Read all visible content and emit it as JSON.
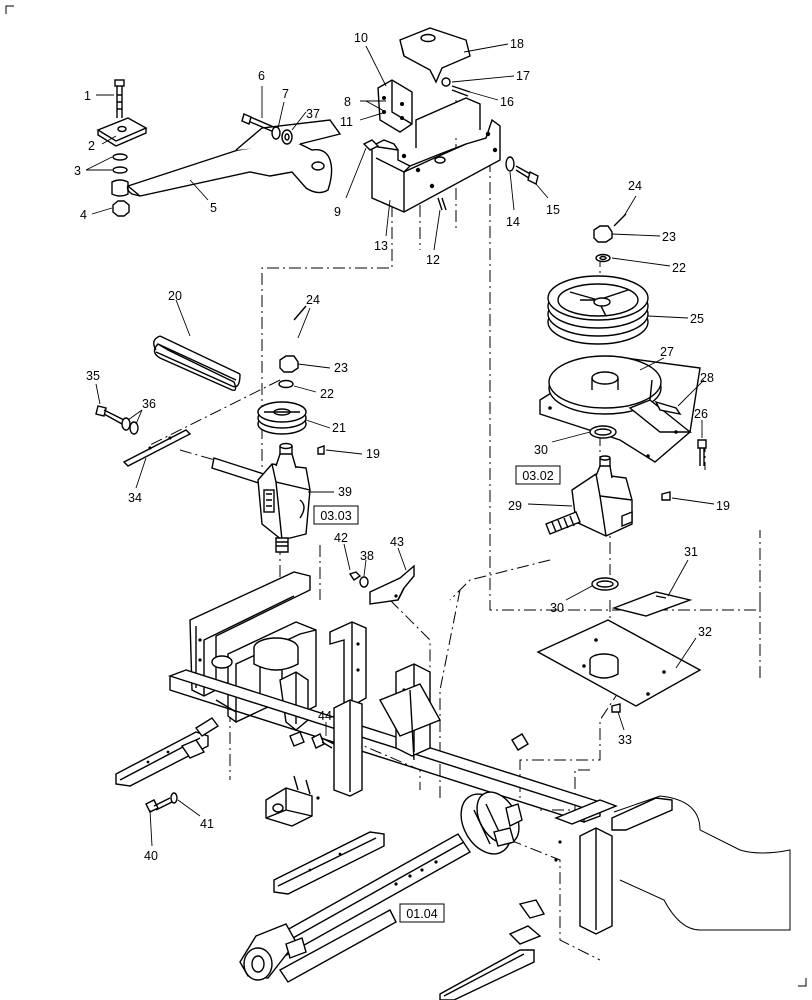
{
  "diagram": {
    "callouts": [
      {
        "label": "1"
      },
      {
        "label": "2"
      },
      {
        "label": "3"
      },
      {
        "label": "4"
      },
      {
        "label": "5"
      },
      {
        "label": "6"
      },
      {
        "label": "7"
      },
      {
        "label": "37"
      },
      {
        "label": "8"
      },
      {
        "label": "9"
      },
      {
        "label": "10"
      },
      {
        "label": "11"
      },
      {
        "label": "12"
      },
      {
        "label": "13"
      },
      {
        "label": "14"
      },
      {
        "label": "15"
      },
      {
        "label": "16"
      },
      {
        "label": "17"
      },
      {
        "label": "18"
      },
      {
        "label": "24"
      },
      {
        "label": "23"
      },
      {
        "label": "22"
      },
      {
        "label": "25"
      },
      {
        "label": "27"
      },
      {
        "label": "28"
      },
      {
        "label": "26"
      },
      {
        "label": "30"
      },
      {
        "label": "19"
      },
      {
        "label": "29"
      },
      {
        "label": "31"
      },
      {
        "label": "30"
      },
      {
        "label": "32"
      },
      {
        "label": "33"
      },
      {
        "label": "20"
      },
      {
        "label": "24"
      },
      {
        "label": "23"
      },
      {
        "label": "22"
      },
      {
        "label": "35"
      },
      {
        "label": "36"
      },
      {
        "label": "21"
      },
      {
        "label": "19"
      },
      {
        "label": "34"
      },
      {
        "label": "39"
      },
      {
        "label": "42"
      },
      {
        "label": "38"
      },
      {
        "label": "43"
      },
      {
        "label": "44"
      },
      {
        "label": "41"
      },
      {
        "label": "40"
      }
    ],
    "references": [
      {
        "label": "03.03"
      },
      {
        "label": "03.02"
      },
      {
        "label": "01.04"
      }
    ]
  }
}
